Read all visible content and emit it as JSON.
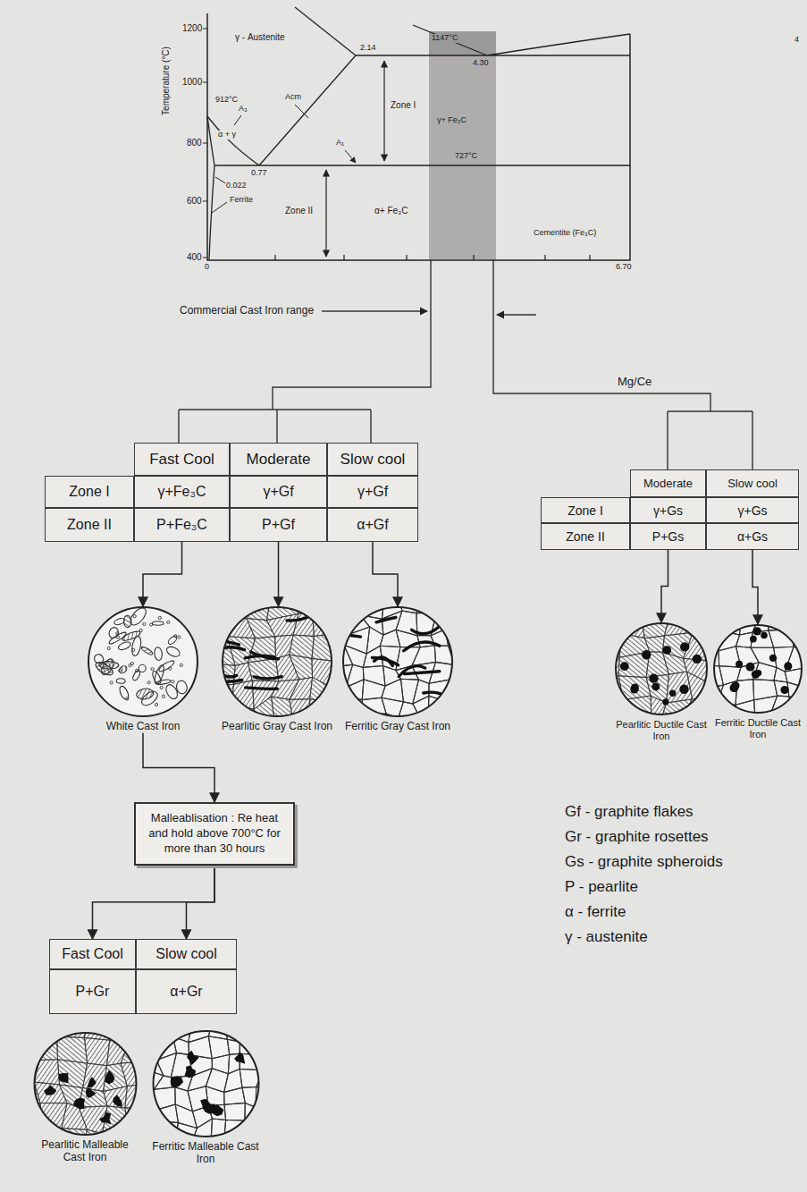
{
  "diagram": {
    "nodes": [
      {
        "text": [
          "Fast Cool"
        ]
      },
      {
        "text": [
          "Moderate"
        ]
      },
      {
        "text": [
          "Slow cool"
        ]
      },
      {
        "text": [
          "Zone I"
        ]
      },
      {
        "text": [
          "γ+Fe₃C"
        ]
      },
      {
        "text": [
          "γ+Gf"
        ]
      },
      {
        "text": [
          "γ+Gf"
        ]
      },
      {
        "text": [
          "Zone II"
        ]
      },
      {
        "text": [
          "P+Fe₃C"
        ]
      },
      {
        "text": [
          "P+Gf"
        ]
      },
      {
        "text": [
          "α+Gf"
        ]
      },
      {
        "text": [
          "White Cast Iron"
        ]
      },
      {
        "text": [
          "Pearlitic Gray Cast Iron"
        ]
      },
      {
        "text": [
          "Ferritic Gray Cast Iron"
        ]
      },
      {
        "text": [
          "Malleablisation : Re heat and hold above 700°C for more than 30 hours"
        ]
      },
      {
        "text": [
          "Fast Cool"
        ]
      },
      {
        "text": [
          "Slow cool"
        ]
      },
      {
        "text": [
          "P+Gr"
        ]
      },
      {
        "text": [
          "α+Gr"
        ]
      },
      {
        "text": [
          "Pearlitic Malleable Cast Iron"
        ]
      },
      {
        "text": [
          "Ferritic Malleable Cast Iron"
        ]
      },
      {
        "text": [
          "Moderate"
        ]
      },
      {
        "text": [
          "Slow cool"
        ]
      },
      {
        "text": [
          "Zone I"
        ]
      },
      {
        "text": [
          "γ+Gs"
        ]
      },
      {
        "text": [
          "γ+Gs"
        ]
      },
      {
        "text": [
          "Zone II"
        ]
      },
      {
        "text": [
          "P+Gs"
        ]
      },
      {
        "text": [
          "α+Gs"
        ]
      },
      {
        "text": [
          "Pearlitic Ductile Cast Iron"
        ]
      },
      {
        "text": [
          "Ferritic Ductile Cast Iron"
        ]
      }
    ],
    "edges": [
      {
        "from": 8,
        "to": 11,
        "arrow": "to"
      },
      {
        "from": 9,
        "to": 12,
        "arrow": "to"
      },
      {
        "from": 10,
        "to": 13,
        "arrow": "to"
      },
      {
        "from": 11,
        "to": 14,
        "arrow": "to"
      },
      {
        "from": 14,
        "to": 15,
        "arrow": "to"
      },
      {
        "from": 14,
        "to": 16,
        "arrow": "to"
      },
      {
        "from": 27,
        "to": 29,
        "arrow": "to"
      },
      {
        "from": 28,
        "to": 30,
        "arrow": "to"
      }
    ],
    "labels": [
      "1200",
      "1000",
      "800",
      "600",
      "400",
      "Temperature (°C)",
      "γ - Austenite",
      "912°C",
      "A₃",
      "α + γ",
      "0.77",
      "0.022",
      "Ferrite",
      "Acm",
      "2.14",
      "Zone I",
      "A₁",
      "Zone II",
      "α+ Fe₃C",
      "1147°C",
      "4.30",
      "γ+ Fe₃C",
      "727°C",
      "Cementite (Fe₃C)",
      "0",
      "6.70",
      "Commercial Cast Iron range",
      "Mg/Ce",
      "4"
    ],
    "legend": [
      {
        "text": "Gf - graphite flakes"
      },
      {
        "text": "Gr - graphite rosettes"
      },
      {
        "text": "Gs - graphite spheroids"
      },
      {
        "text": "P - pearlite"
      },
      {
        "text": "α - ferrite"
      },
      {
        "text": "γ - austenite"
      }
    ]
  }
}
